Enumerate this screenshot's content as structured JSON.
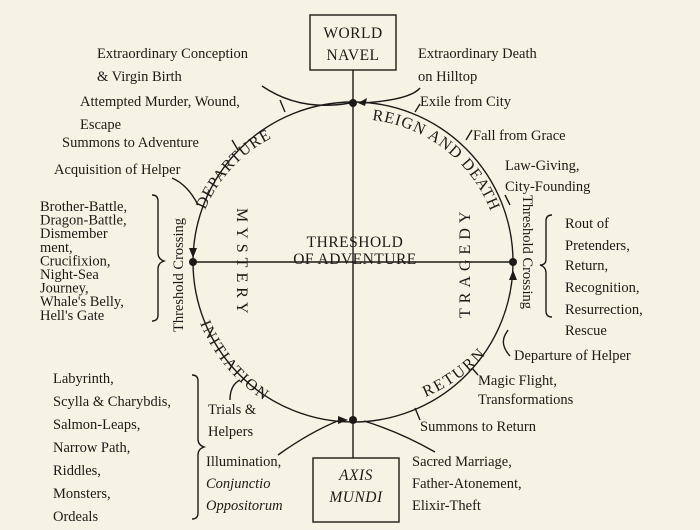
{
  "top_box": {
    "line1": "WORLD",
    "line2": "NAVEL"
  },
  "bottom_box": {
    "line1": "AXIS",
    "line2": "MUNDI"
  },
  "center": {
    "line1": "THRESHOLD",
    "line2": "OF ADVENTURE"
  },
  "arcs": {
    "departure": "DEPARTURE",
    "reign": "REIGN AND DEATH",
    "initiation": "INITIATION",
    "return": "RETURN"
  },
  "vertical": {
    "mystery": "MYSTERY",
    "tragedy": "TRAGEDY",
    "left_crossing": "Threshold Crossing",
    "right_crossing": "Threshold Crossing"
  },
  "labels": {
    "conception": [
      "Extraordinary Conception",
      "& Virgin Birth"
    ],
    "death": [
      "Extraordinary Death",
      "on Hilltop"
    ],
    "murder": [
      "Attempted Murder, Wound,",
      "Escape"
    ],
    "exile": "Exile from City",
    "summons": "Summons to Adventure",
    "fall": "Fall from Grace",
    "helper": "Acquisition of Helper",
    "lawgiving": [
      "Law-Giving,",
      "City-Founding"
    ],
    "battles": [
      "Brother-Battle,",
      "Dragon-Battle,",
      "Dismember",
      "ment,",
      "Crucifixion,",
      "Night-Sea",
      "Journey,",
      "Whale's Belly,",
      "Hell's Gate"
    ],
    "rout": [
      "Rout of",
      "Pretenders,",
      "Return,",
      "Recognition,",
      "Resurrection,",
      "Rescue"
    ],
    "departure_helper": "Departure of Helper",
    "labyrinth": [
      "Labyrinth,",
      "Scylla & Charybdis,",
      "Salmon-Leaps,",
      "Narrow Path,",
      "Riddles,",
      "Monsters,",
      "Ordeals"
    ],
    "trials": [
      "Trials &",
      "Helpers"
    ],
    "magic": [
      "Magic Flight,",
      "Transformations"
    ],
    "summons_return": "Summons to Return",
    "illumination": [
      "Illumination,",
      "Conjunctio",
      "Oppositorum"
    ],
    "marriage": [
      "Sacred Marriage,",
      "Father-Atonement,",
      "Elixir-Theft"
    ]
  }
}
